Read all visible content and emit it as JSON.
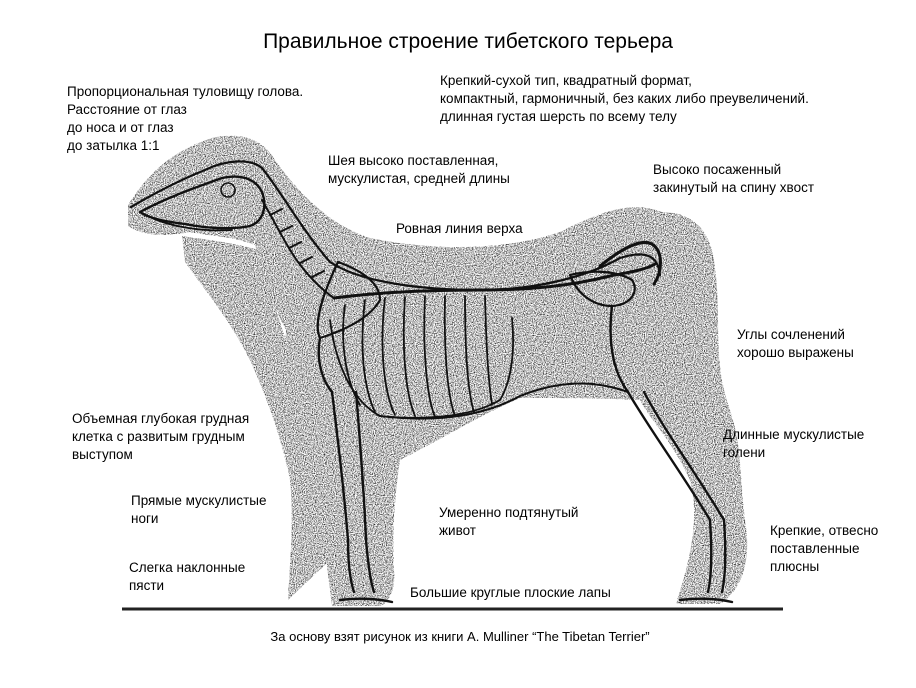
{
  "title": "Правильное строение тибетского терьера",
  "labels": {
    "head": "Пропорциональная туловищу голова.\nРасстояние от глаз\nдо носа и от глаз\nдо затылка 1:1",
    "type": "Крепкий-сухой тип, квадратный формат,\nкомпактный, гармоничный, без каких либо преувеличений.\nдлинная густая шерсть по всему телу",
    "neck": "Шея высоко поставленная,\nмускулистая, средней длины",
    "tail": "Высоко посаженный\nзакинутый на спину хвост",
    "topline": "Ровная линия верха",
    "angles": "Углы сочленений\nхорошо выражены",
    "chest": "Объемная глубокая грудная\nклетка с развитым грудным\nвыступом",
    "shins": "Длинные мускулистые\nголени",
    "legs": "Прямые мускулистые\nноги",
    "belly": "Умеренно подтянутый\nживот",
    "hocks": "Крепкие, отвесно\nпоставленные\nплюсны",
    "pasterns": "Слегка наклонные\nпясти",
    "paws": "Большие круглые плоские лапы"
  },
  "caption": "За основу взят рисунок из книги A. Mulliner “The Tibetan Terrier”",
  "colors": {
    "ink": "#111111",
    "coat": "#7a7a7a",
    "background": "#ffffff"
  }
}
